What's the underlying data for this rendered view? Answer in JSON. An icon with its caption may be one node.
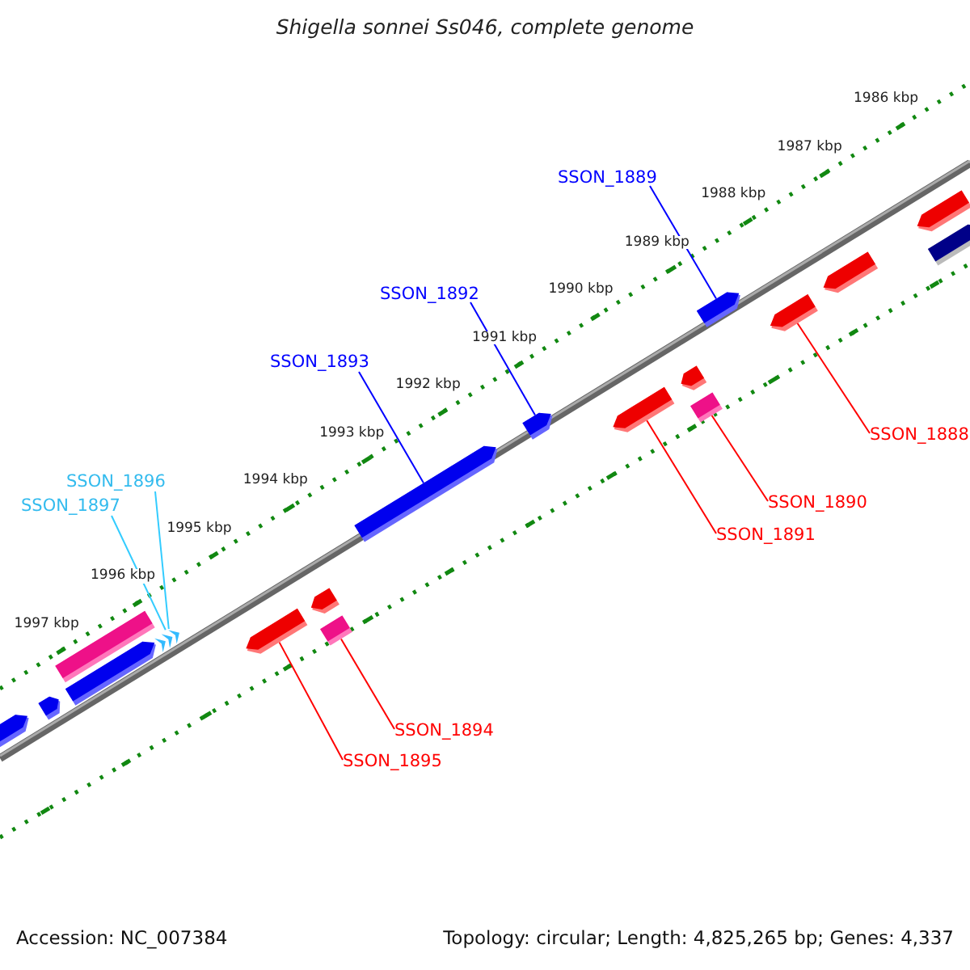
{
  "diagram": {
    "title": "Shigella sonnei Ss046, complete genome",
    "nodes": [
      {
        "text": [
          "SSON_1889"
        ]
      },
      {
        "text": [
          "SSON_1892"
        ]
      },
      {
        "text": [
          "SSON_1893"
        ]
      },
      {
        "text": [
          "SSON_1888"
        ]
      },
      {
        "text": [
          "SSON_1896"
        ]
      },
      {
        "text": [
          "SSON_1890"
        ]
      },
      {
        "text": [
          "SSON_1897"
        ]
      },
      {
        "text": [
          "SSON_1891"
        ]
      },
      {
        "text": [
          "SSON_1894"
        ]
      },
      {
        "text": [
          "SSON_1895"
        ]
      },
      {
        "text": [],
        "shape": "arrow"
      },
      {
        "text": [],
        "shape": "arrow"
      },
      {
        "text": [],
        "shape": "box"
      },
      {
        "text": [],
        "shape": "arrow"
      },
      {
        "text": [],
        "shape": "arrow"
      },
      {
        "text": [],
        "shape": "arrow"
      },
      {
        "text": [],
        "shape": "arrow"
      },
      {
        "text": [],
        "shape": "box"
      },
      {
        "text": [],
        "shape": "arrow"
      },
      {
        "text": [],
        "shape": "arrow"
      },
      {
        "text": [],
        "shape": "arrow"
      },
      {
        "text": [],
        "shape": "arrow"
      },
      {
        "text": [],
        "shape": "box"
      },
      {
        "text": [],
        "shape": "arrow"
      },
      {
        "text": [],
        "shape": "arrow"
      },
      {
        "text": [],
        "shape": "arrow"
      },
      {
        "text": [],
        "shape": "arrow"
      },
      {
        "text": [],
        "shape": "arrow"
      }
    ],
    "edges": [
      {
        "from": 0,
        "to": 23,
        "arrow": "none",
        "color": "#0000ff"
      },
      {
        "from": 1,
        "to": 19,
        "arrow": "none",
        "color": "#0000ff"
      },
      {
        "from": 2,
        "to": 18,
        "arrow": "none",
        "color": "#0000ff"
      },
      {
        "from": 3,
        "to": 24,
        "arrow": "none"
      },
      {
        "from": 4,
        "to": 14,
        "arrow": "none",
        "color": "#33ccff"
      },
      {
        "from": 5,
        "to": 22,
        "arrow": "none"
      },
      {
        "from": 6,
        "to": 14,
        "arrow": "none",
        "color": "#33ccff"
      },
      {
        "from": 7,
        "to": 20,
        "arrow": "none"
      },
      {
        "from": 8,
        "to": 17,
        "arrow": "none"
      },
      {
        "from": 9,
        "to": 15,
        "arrow": "none"
      }
    ],
    "labels": [
      "1986 kbp",
      "1987 kbp",
      "1988 kbp",
      "1989 kbp",
      "1990 kbp",
      "1991 kbp",
      "1992 kbp",
      "1993 kbp",
      "1994 kbp",
      "1995 kbp",
      "1996 kbp",
      "1997 kbp",
      "Accession: NC_007384",
      "Topology: circular; Length: 4,825,265 bp; Genes: 4,337"
    ]
  }
}
